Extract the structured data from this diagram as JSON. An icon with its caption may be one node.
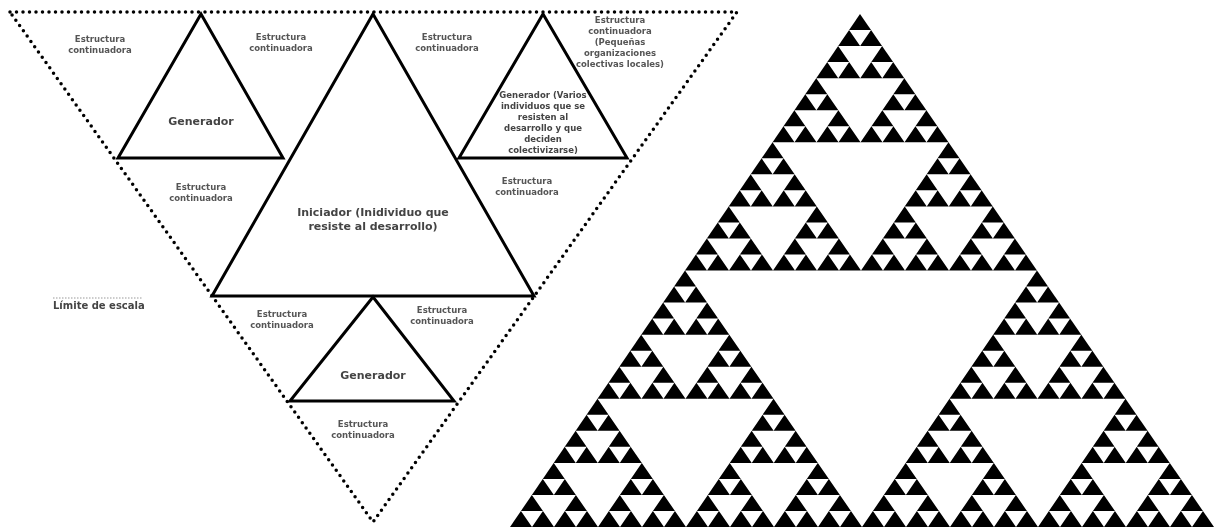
{
  "diagram": {
    "nodes": [
      {
        "text": [],
        "shape": "triangle"
      },
      {
        "text": [
          "Generador"
        ],
        "in": 0
      },
      {
        "text": [
          "Iniciador (Inidividuo que resiste al desarrollo)"
        ],
        "in": 0
      },
      {
        "text": [
          "Generador (Varios individuos que se resisten al desarrollo y que deciden colectivizarse)"
        ],
        "in": 0
      },
      {
        "text": [
          "Generador"
        ],
        "in": 0
      }
    ],
    "edges": [],
    "labels": [
      "Estructura continuadora",
      "Estructura continuadora",
      "Estructura continuadora",
      "Estructura continuadora (Pequeñas organizaciones colectivas locales)",
      "Estructura continuadora",
      "Estructura continuadora",
      "Estructura continuadora",
      "Estructura continuadora",
      "Estructura continuadora"
    ],
    "legend": [
      {
        "text": "Límite de escala"
      }
    ]
  }
}
